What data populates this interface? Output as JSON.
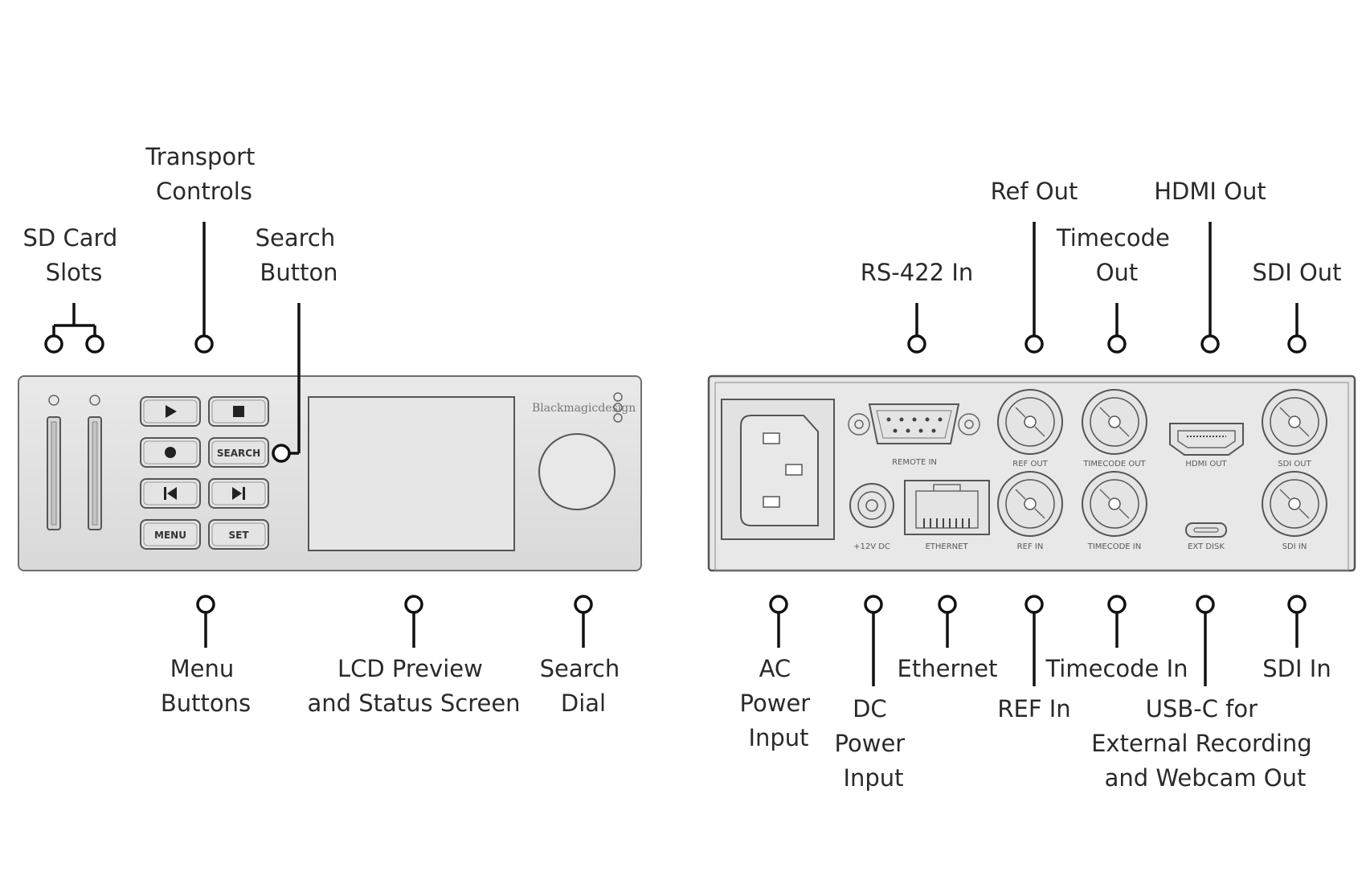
{
  "front_panel": {
    "labels": {
      "sd_card_slots": [
        "SD Card",
        "Slots"
      ],
      "transport_controls": [
        "Transport",
        "Controls"
      ],
      "search_button": [
        "Search",
        "Button"
      ],
      "menu_buttons": [
        "Menu",
        "Buttons"
      ],
      "lcd_preview": [
        "LCD Preview",
        "and Status Screen"
      ],
      "search_dial": [
        "Search",
        "Dial"
      ]
    },
    "buttons": {
      "search": "SEARCH",
      "menu": "MENU",
      "set": "SET"
    },
    "brand_text": "Blackmagicdesign"
  },
  "rear_panel": {
    "labels": {
      "rs422_in": [
        "RS-422 In"
      ],
      "ref_out": [
        "Ref Out"
      ],
      "timecode_out": [
        "Timecode",
        "Out"
      ],
      "hdmi_out": [
        "HDMI Out"
      ],
      "sdi_out": [
        "SDI Out"
      ],
      "ac_power": [
        "AC",
        "Power",
        "Input"
      ],
      "dc_power": [
        "DC",
        "Power",
        "Input"
      ],
      "ethernet": [
        "Ethernet"
      ],
      "ref_in": [
        "REF In"
      ],
      "timecode_in": [
        "Timecode In"
      ],
      "usb_c": [
        "USB-C for",
        "External Recording",
        "and Webcam Out"
      ],
      "sdi_in": [
        "SDI In"
      ]
    },
    "port_labels": {
      "rs422": "REMOTE IN",
      "ref_out": "REF OUT",
      "timecode_out": "TIMECODE OUT",
      "hdmi_out": "HDMI OUT",
      "sdi_out": "SDI OUT",
      "dc": "+12V DC",
      "ethernet": "ETHERNET",
      "ref_in": "REF IN",
      "timecode_in": "TIMECODE IN",
      "usb": "EXT DISK",
      "sdi_in": "SDI IN"
    }
  }
}
